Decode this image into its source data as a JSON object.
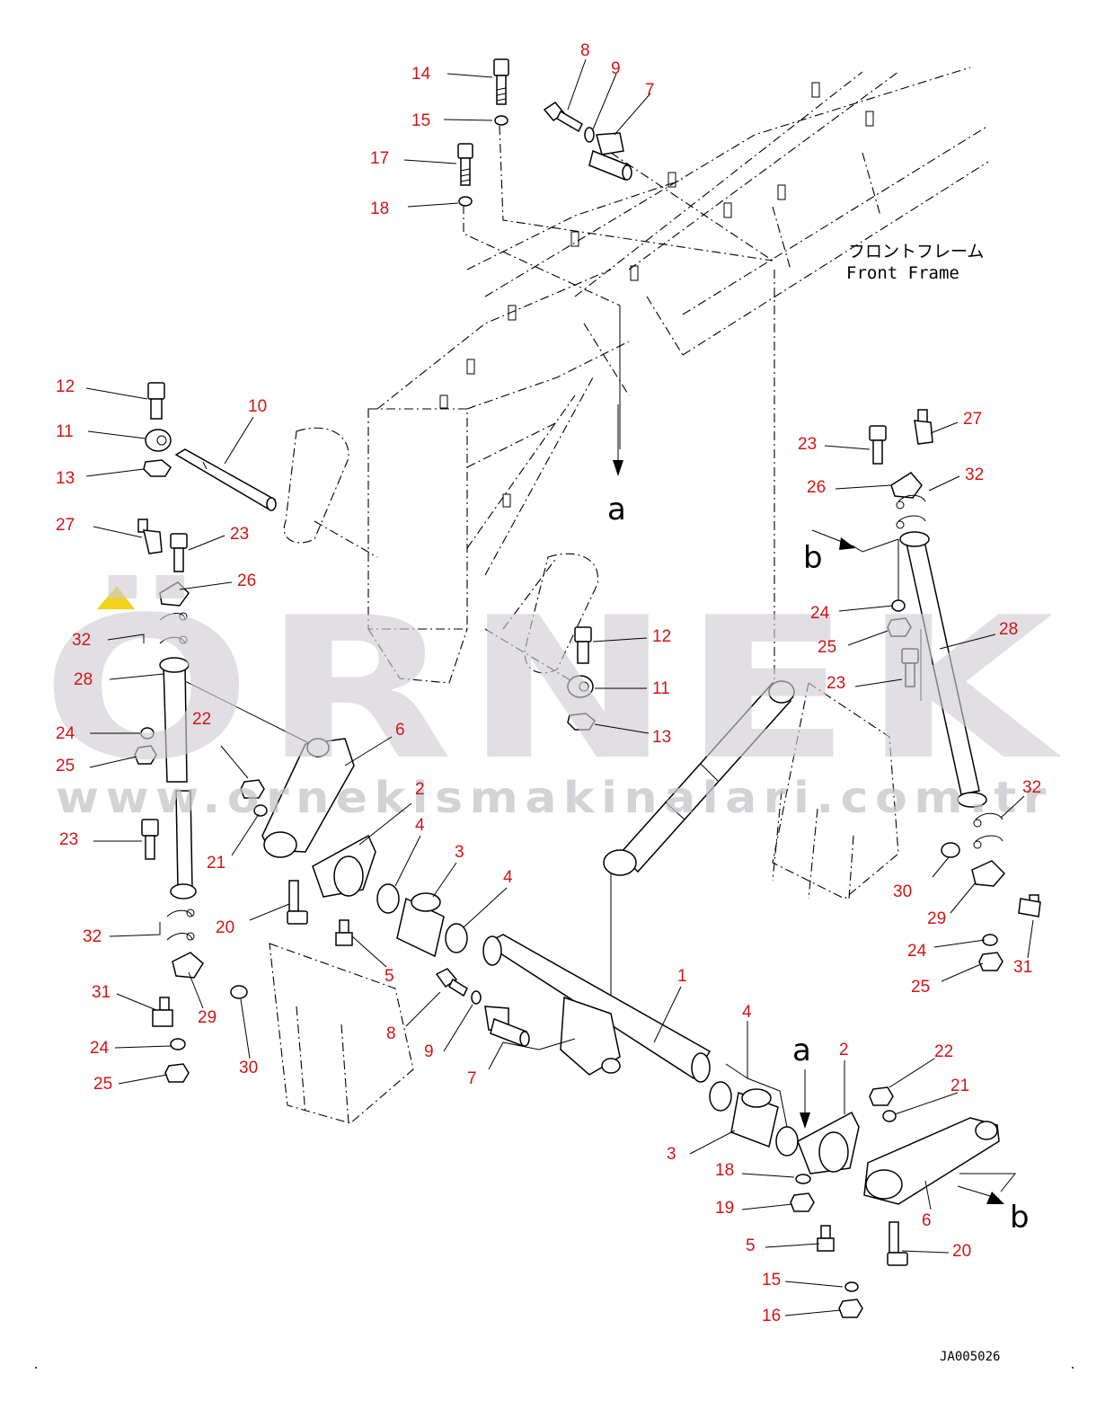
{
  "diagram": {
    "frame_label_jp": "フロントフレーム",
    "frame_label_en": "Front Frame",
    "drawing_number": "JA005026",
    "view_markers": [
      "a",
      "a",
      "b",
      "b"
    ],
    "watermark": {
      "brand": "ÖRNEK",
      "url": "www.ornekismakinalari.com.tr"
    },
    "callouts": [
      "14",
      "15",
      "17",
      "18",
      "8",
      "9",
      "7",
      "12",
      "11",
      "13",
      "10",
      "27",
      "23",
      "26",
      "32",
      "28",
      "24",
      "25",
      "22",
      "6",
      "21",
      "23",
      "32",
      "31",
      "29",
      "24",
      "25",
      "30",
      "20",
      "2",
      "4",
      "3",
      "4",
      "5",
      "12",
      "11",
      "13",
      "23",
      "27",
      "26",
      "32",
      "24",
      "25",
      "23",
      "28",
      "32",
      "30",
      "29",
      "24",
      "25",
      "31",
      "8",
      "9",
      "7",
      "1",
      "4",
      "3",
      "2",
      "18",
      "19",
      "5",
      "15",
      "16",
      "22",
      "21",
      "6",
      "20"
    ]
  },
  "colors": {
    "callout": "#d01515",
    "line": "#000000",
    "watermark_grey": "#cfcdd3",
    "watermark_yellow": "#f2d21a"
  }
}
